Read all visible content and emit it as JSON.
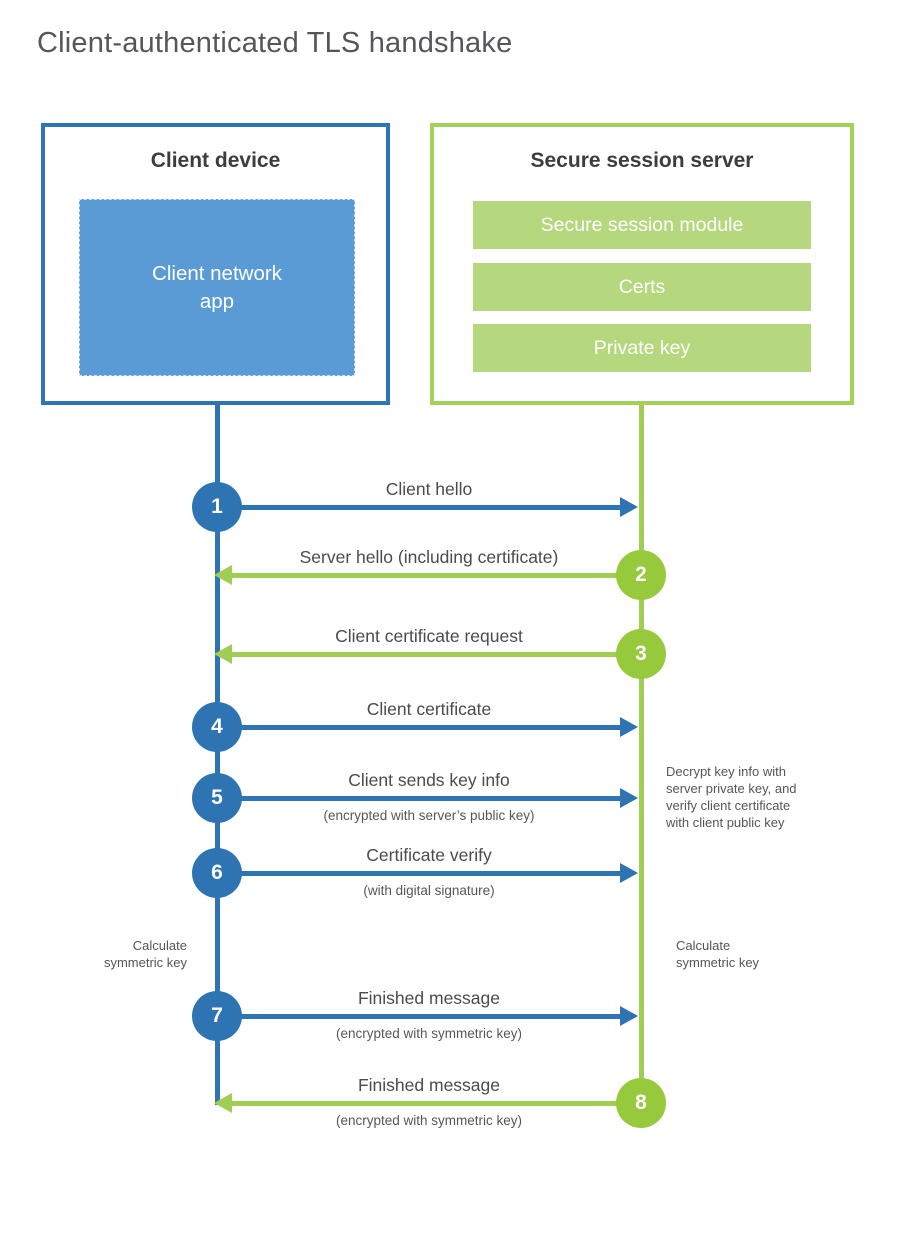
{
  "title": "Client-authenticated TLS handshake",
  "colors": {
    "blue_accent": "#2e74b2",
    "blue_fill": "#5b9bd5",
    "green_accent": "#97c93d",
    "green_line": "#a0ce54",
    "green_fill": "#b5d77d",
    "text_dark": "#3d3d3f",
    "text_gray": "#55565a"
  },
  "client": {
    "title": "Client device",
    "app_label": "Client network\napp"
  },
  "server": {
    "title": "Secure session server",
    "modules": [
      "Secure session module",
      "Certs",
      "Private key"
    ]
  },
  "steps": [
    {
      "num": "1",
      "direction": "right",
      "actor": "client",
      "label": "Client hello",
      "sub": ""
    },
    {
      "num": "2",
      "direction": "left",
      "actor": "server",
      "label": "Server hello (including certificate)",
      "sub": ""
    },
    {
      "num": "3",
      "direction": "left",
      "actor": "server",
      "label": "Client certificate request",
      "sub": ""
    },
    {
      "num": "4",
      "direction": "right",
      "actor": "client",
      "label": "Client certificate",
      "sub": ""
    },
    {
      "num": "5",
      "direction": "right",
      "actor": "client",
      "label": "Client sends key info",
      "sub": "(encrypted with server’s public key)"
    },
    {
      "num": "6",
      "direction": "right",
      "actor": "client",
      "label": "Certificate verify",
      "sub": "(with digital signature)"
    },
    {
      "num": "7",
      "direction": "right",
      "actor": "client",
      "label": "Finished message",
      "sub": "(encrypted with symmetric key)"
    },
    {
      "num": "8",
      "direction": "left",
      "actor": "server",
      "label": "Finished message",
      "sub": "(encrypted with symmetric key)"
    }
  ],
  "notes": {
    "decrypt": "Decrypt key info with\nserver private key, and\nverify client certificate\nwith client public key",
    "calc_left": "Calculate\nsymmetric key",
    "calc_right": "Calculate\nsymmetric key"
  }
}
